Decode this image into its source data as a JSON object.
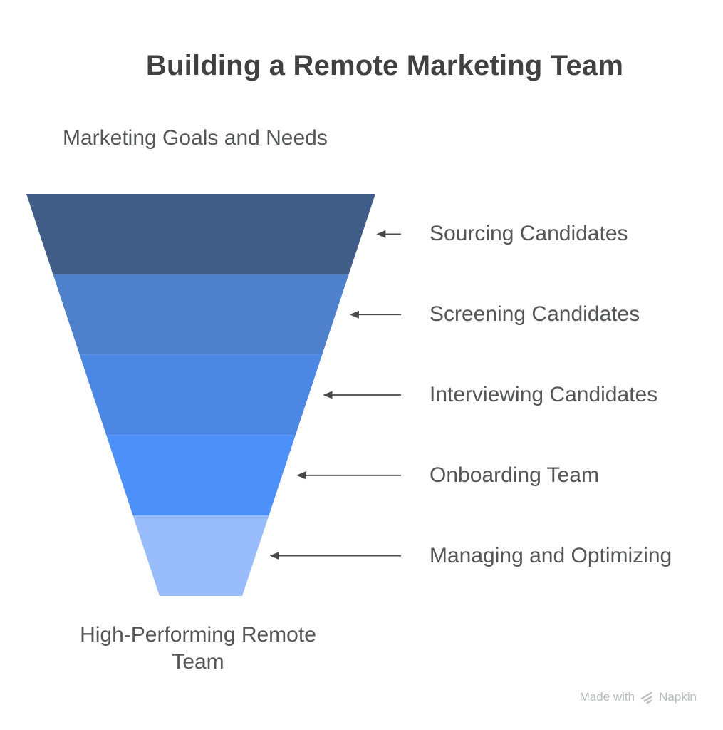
{
  "page": {
    "background_color": "#ffffff"
  },
  "chart_data": {
    "type": "funnel",
    "orientation": "inverted-vertical",
    "title": "Building a Remote Marketing Team",
    "input_label": "Marketing Goals and Needs",
    "output_label": "High-Performing Remote Team",
    "stages": [
      {
        "label": "Sourcing Candidates",
        "color": "#405D87"
      },
      {
        "label": "Screening Candidates",
        "color": "#4E80CB"
      },
      {
        "label": "Interviewing Candidates",
        "color": "#4C87E3"
      },
      {
        "label": "Onboarding Team",
        "color": "#4E90FA"
      },
      {
        "label": "Managing and Optimizing",
        "color": "#99BCFC"
      }
    ],
    "arrow_color": "#4a4a4a",
    "text_colors": {
      "title": "#414141",
      "labels": "#555659"
    },
    "watermark": {
      "made_with": "Made with",
      "brand": "Napkin",
      "color": "#b7babc"
    }
  }
}
